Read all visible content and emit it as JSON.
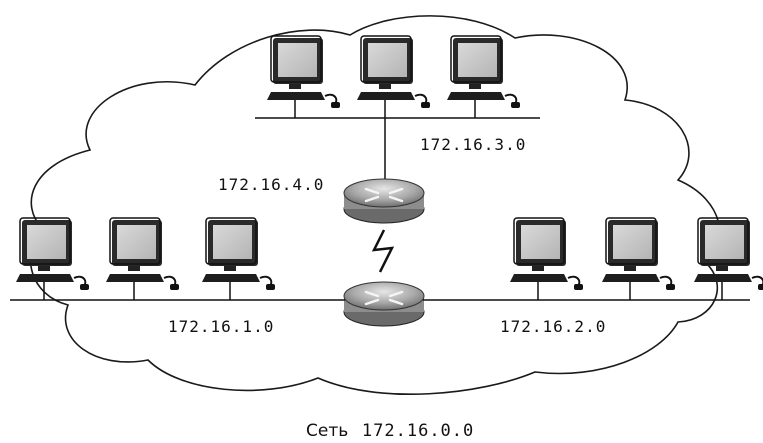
{
  "diagram": {
    "networks": {
      "net1": "172.16.1.0",
      "net2": "172.16.2.0",
      "net3": "172.16.3.0",
      "net4": "172.16.4.0"
    },
    "caption": {
      "prefix": "Сеть",
      "address": "172.16.0.0"
    },
    "colors": {
      "line": "#1a1a1a",
      "screen": "#c8c8c8",
      "router": "#9a9a9a"
    },
    "icons": [
      "workstation-icon",
      "router-icon",
      "serial-link-icon",
      "cloud-outline"
    ]
  }
}
